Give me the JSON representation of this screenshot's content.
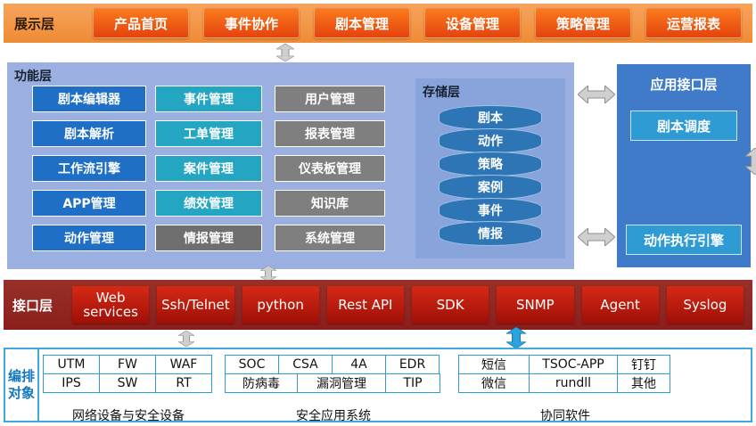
{
  "presentation": {
    "label": "展示层",
    "items": [
      "产品首页",
      "事件协作",
      "剧本管理",
      "设备管理",
      "策略管理",
      "运营报表"
    ]
  },
  "function_layer": {
    "label": "功能层",
    "col1": [
      "剧本编辑器",
      "剧本解析",
      "工作流引擎",
      "APP管理",
      "动作管理"
    ],
    "col2": [
      "事件管理",
      "工单管理",
      "案件管理",
      "绩效管理",
      "情报管理"
    ],
    "col3": [
      "用户管理",
      "报表管理",
      "仪表板管理",
      "知识库",
      "系统管理"
    ],
    "storage": {
      "label": "存储层",
      "items": [
        "剧本",
        "动作",
        "策略",
        "案例",
        "事件",
        "情报"
      ]
    }
  },
  "app_interface": {
    "label": "应用接口层",
    "items": [
      "剧本调度",
      "动作执行引擎"
    ]
  },
  "interface_layer": {
    "label": "接口层",
    "items": [
      "Web services",
      "Ssh/Telnet",
      "python",
      "Rest API",
      "SDK",
      "SNMP",
      "Agent",
      "Syslog"
    ]
  },
  "orchestration": {
    "label": "编排对象",
    "groups": [
      {
        "caption": "网络设备与安全设备",
        "rows": [
          [
            "UTM",
            "FW",
            "WAF"
          ],
          [
            "IPS",
            "SW",
            "RT"
          ]
        ]
      },
      {
        "caption": "安全应用系统",
        "rows": [
          [
            "SOC",
            "CSA",
            "4A",
            "EDR"
          ],
          [
            "防病毒",
            "漏洞管理",
            "TIP"
          ]
        ]
      },
      {
        "caption": "协同软件",
        "rows": [
          [
            "短信",
            "TSOC-APP",
            "钉钉"
          ],
          [
            "微信",
            "rundll",
            "其他"
          ]
        ]
      }
    ]
  },
  "colors": {
    "presentation_bar": "#EF8B35",
    "presentation_button": "#E8470C",
    "function_panel": "#9BB0E0",
    "storage_panel": "#89A4DA",
    "blue_node": "#1E6FC5",
    "teal_node": "#24A6C2",
    "gray_node": "#7F7F7F",
    "cylinder": "#2E75B6",
    "app_interface_panel": "#3F7BC8",
    "app_interface_button": "#2E9BD5",
    "interface_bar": "#8A1E1B",
    "interface_button": "#C00000",
    "orchestration_border": "#3FA9DC",
    "gray_arrow": "#CFCFCF",
    "blue_arrow": "#2AA3DE"
  }
}
